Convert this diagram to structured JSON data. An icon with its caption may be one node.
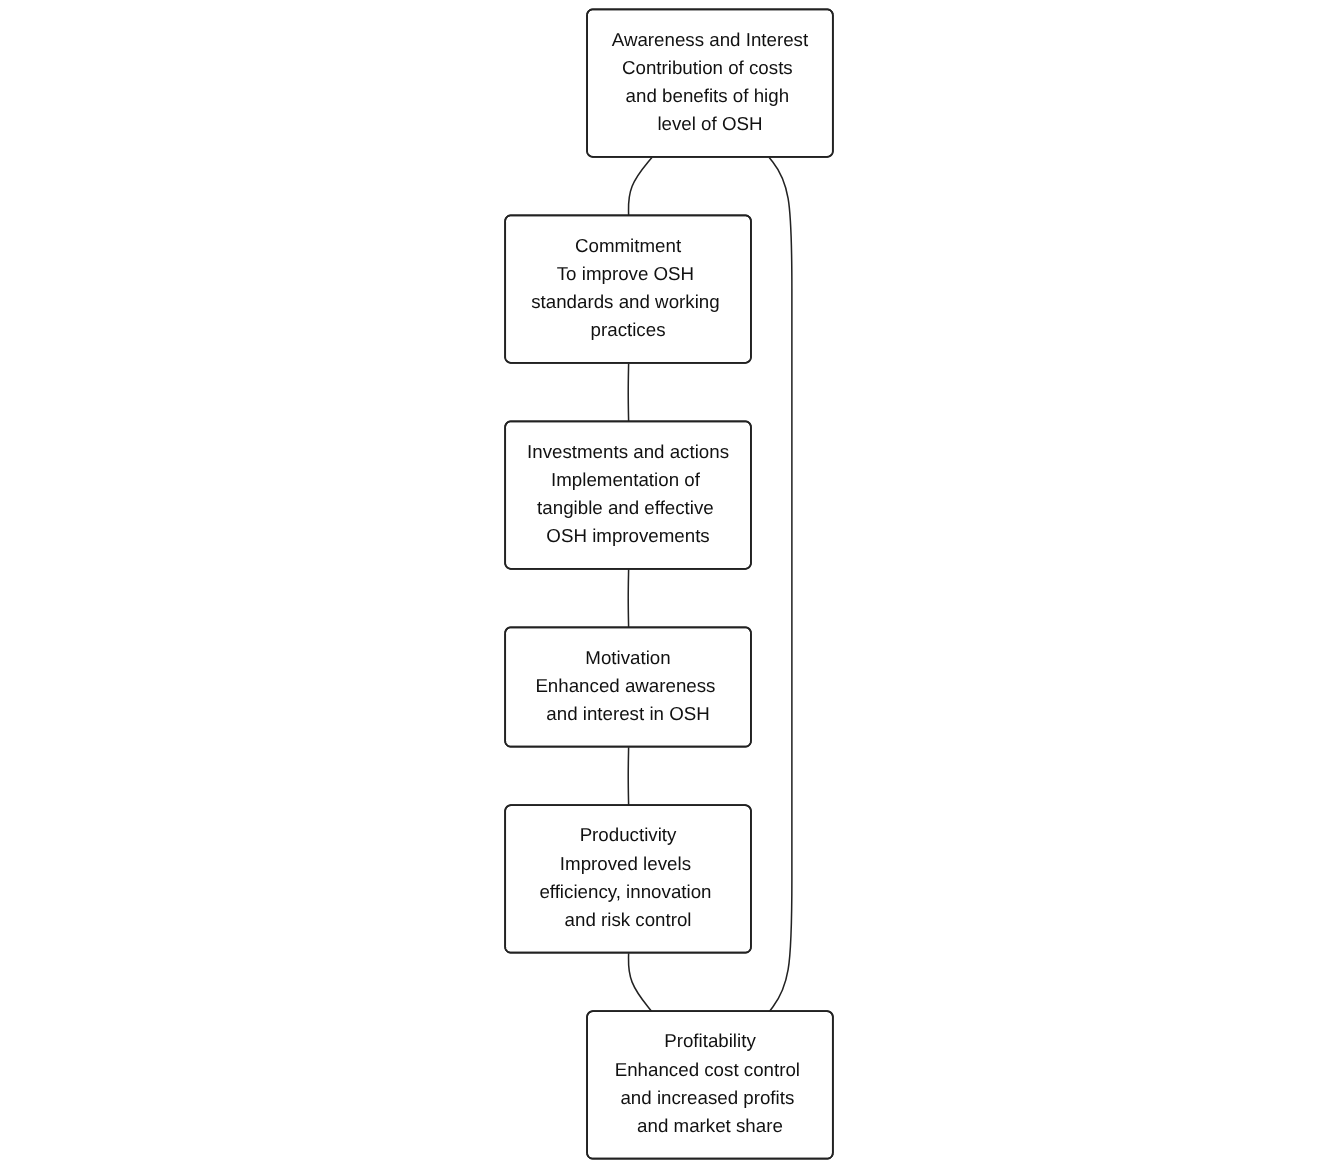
{
  "diagram": {
    "nodes": [
      {
        "text": [
          "Awareness and Interest",
          "Contribution of costs and benefits of high level of OSH"
        ]
      },
      {
        "text": [
          "Commitment",
          "To improve OSH standards and working practices"
        ]
      },
      {
        "text": [
          "Investments and actions",
          "Implementation of tangible and effective OSH improvements"
        ]
      },
      {
        "text": [
          "Motivation",
          "Enhanced awareness and interest in OSH"
        ]
      },
      {
        "text": [
          "Productivity",
          "Improved levels efficiency, innovation and risk control"
        ]
      },
      {
        "text": [
          "Profitability",
          "Enhanced cost control and increased profits and market share"
        ]
      }
    ],
    "edges": [
      {
        "from": 0,
        "to": 1,
        "arrow": "none"
      },
      {
        "from": 1,
        "to": 2,
        "arrow": "none"
      },
      {
        "from": 2,
        "to": 3,
        "arrow": "none"
      },
      {
        "from": 3,
        "to": 4,
        "arrow": "none"
      },
      {
        "from": 4,
        "to": 5,
        "arrow": "none"
      },
      {
        "from": 5,
        "to": 0,
        "arrow": "none"
      }
    ]
  }
}
